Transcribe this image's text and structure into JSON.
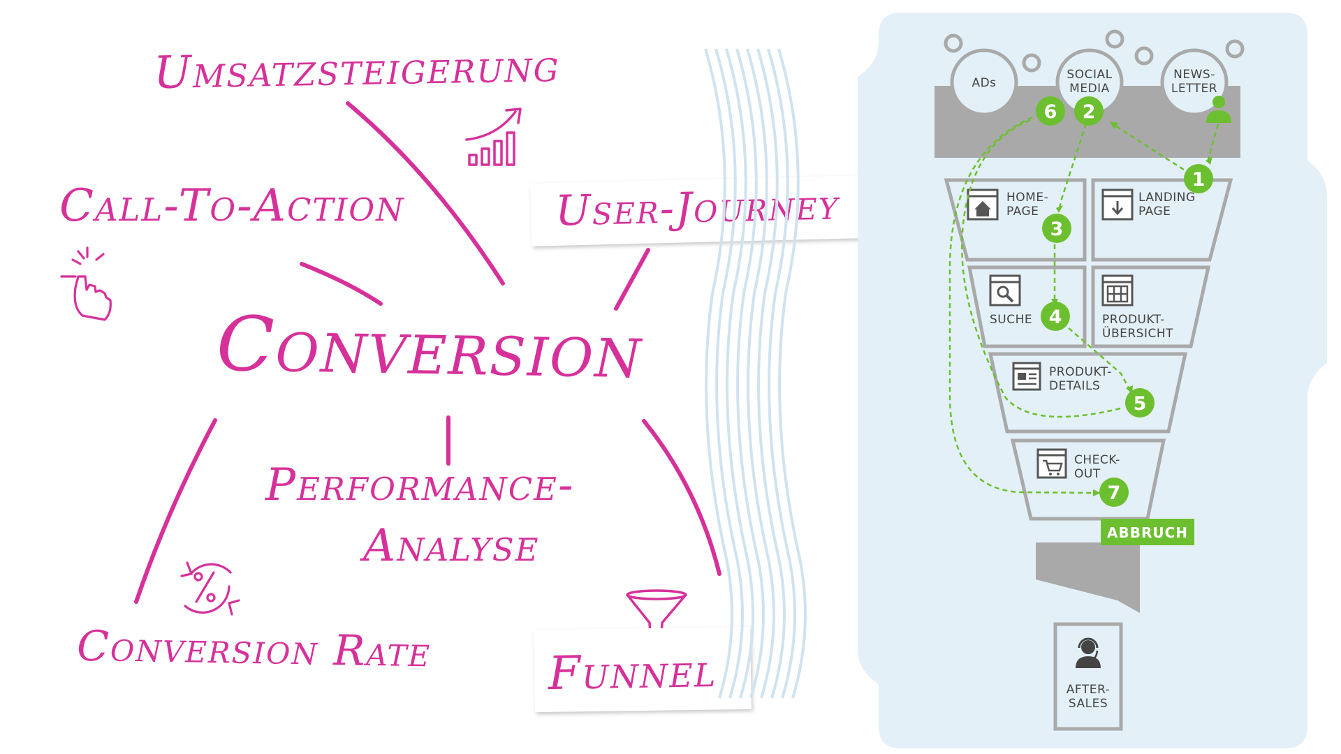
{
  "mindmap": {
    "center": "Conversion",
    "umsatz": "Umsatzsteigerung",
    "cta": "Call-To-Action",
    "journey": "User-Journey",
    "perf_line1": "Performance-",
    "perf_line2": "Analyse",
    "rate": "Conversion Rate",
    "funnel": "Funnel"
  },
  "funnel": {
    "sources": [
      "ADs",
      "SOCIAL",
      "MEDIA",
      "NEWS-",
      "LETTER"
    ],
    "home": [
      "HOME-",
      "PAGE"
    ],
    "landing": [
      "LANDING",
      "PAGE"
    ],
    "suche": "SUCHE",
    "uebersicht": [
      "PRODUKT-",
      "ÜBERSICHT"
    ],
    "details": [
      "PRODUKT-",
      "DETAILS"
    ],
    "checkout": [
      "CHECK-",
      "OUT"
    ],
    "abbruch": "ABBRUCH",
    "aftersales": [
      "AFTER-",
      "SALES"
    ],
    "steps": [
      "1",
      "2",
      "3",
      "4",
      "5",
      "6",
      "7"
    ]
  },
  "colors": {
    "accent_pink": "#d6319a",
    "accent_green": "#6cbf2f",
    "funnel_grey": "#a9a9a9",
    "panel_blue": "#e3f0f7"
  },
  "icons": [
    "growth-chart-icon",
    "pointer-click-icon",
    "percent-cycle-icon",
    "funnel-icon",
    "home-icon",
    "download-icon",
    "search-icon",
    "grid-icon",
    "details-page-icon",
    "cart-icon",
    "headset-agent-icon",
    "user-icon"
  ]
}
